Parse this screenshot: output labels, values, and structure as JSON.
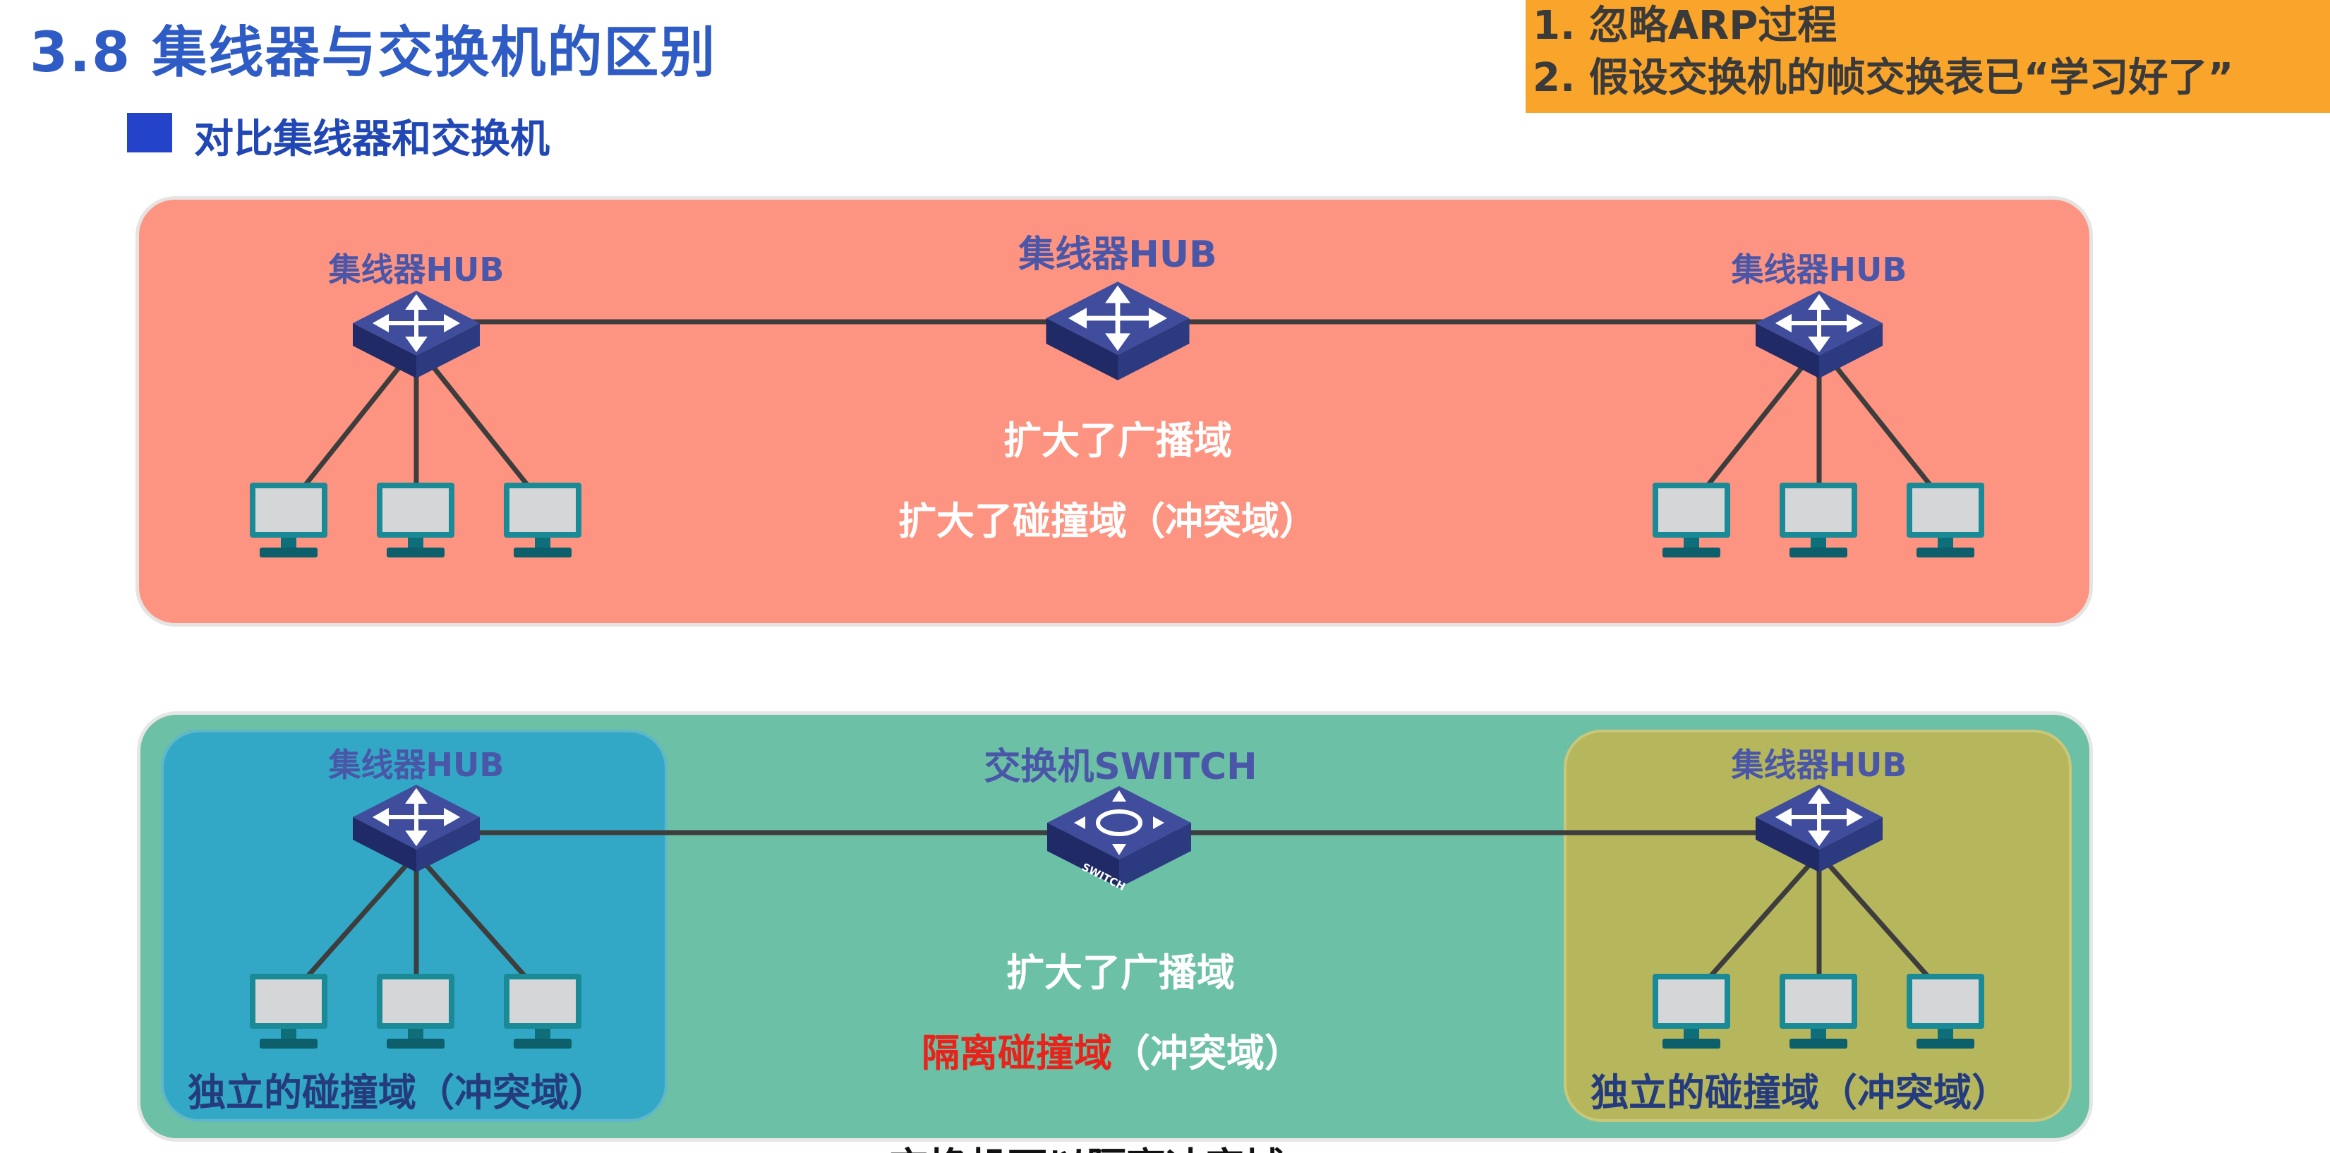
{
  "slide": {
    "title": "3.8 集线器与交换机的区别",
    "subtitle": "对比集线器和交换机",
    "accent_color": "#2343c8"
  },
  "note": {
    "background_color": "#f9a52c",
    "lines": [
      "1. 忽略ARP过程",
      "2. 假设交换机的帧交换表已“学习好了”"
    ]
  },
  "top_panel": {
    "background_color": "#fd9482",
    "left_device": {
      "label": "集线器HUB",
      "icon": "hub-icon"
    },
    "center_device": {
      "label": "集线器HUB",
      "icon": "hub-icon"
    },
    "right_device": {
      "label": "集线器HUB",
      "icon": "hub-icon"
    },
    "lines": [
      "扩大了广播域",
      "扩大了碰撞域（冲突域）"
    ],
    "computers_per_hub": 3
  },
  "bottom_panel": {
    "background_color": "#6cc0a6",
    "left_device": {
      "label": "集线器HUB",
      "icon": "hub-icon"
    },
    "center_device": {
      "label": "交换机SWITCH",
      "icon": "switch-icon",
      "icon_text": "SWITCH"
    },
    "right_device": {
      "label": "集线器HUB",
      "icon": "hub-icon"
    },
    "line1": "扩大了广播域",
    "line2_highlight": "隔离碰撞域",
    "line2_rest": "（冲突域）",
    "highlight_color": "#e8231b",
    "left_zone": {
      "caption": "独立的碰撞域（冲突域）",
      "color": "#33a8c6"
    },
    "right_zone": {
      "caption": "独立的碰撞域（冲突域）",
      "color": "#b6b75d"
    },
    "computers_per_hub": 3
  },
  "footer_cut_text": "交换机可以隔离冲突域"
}
